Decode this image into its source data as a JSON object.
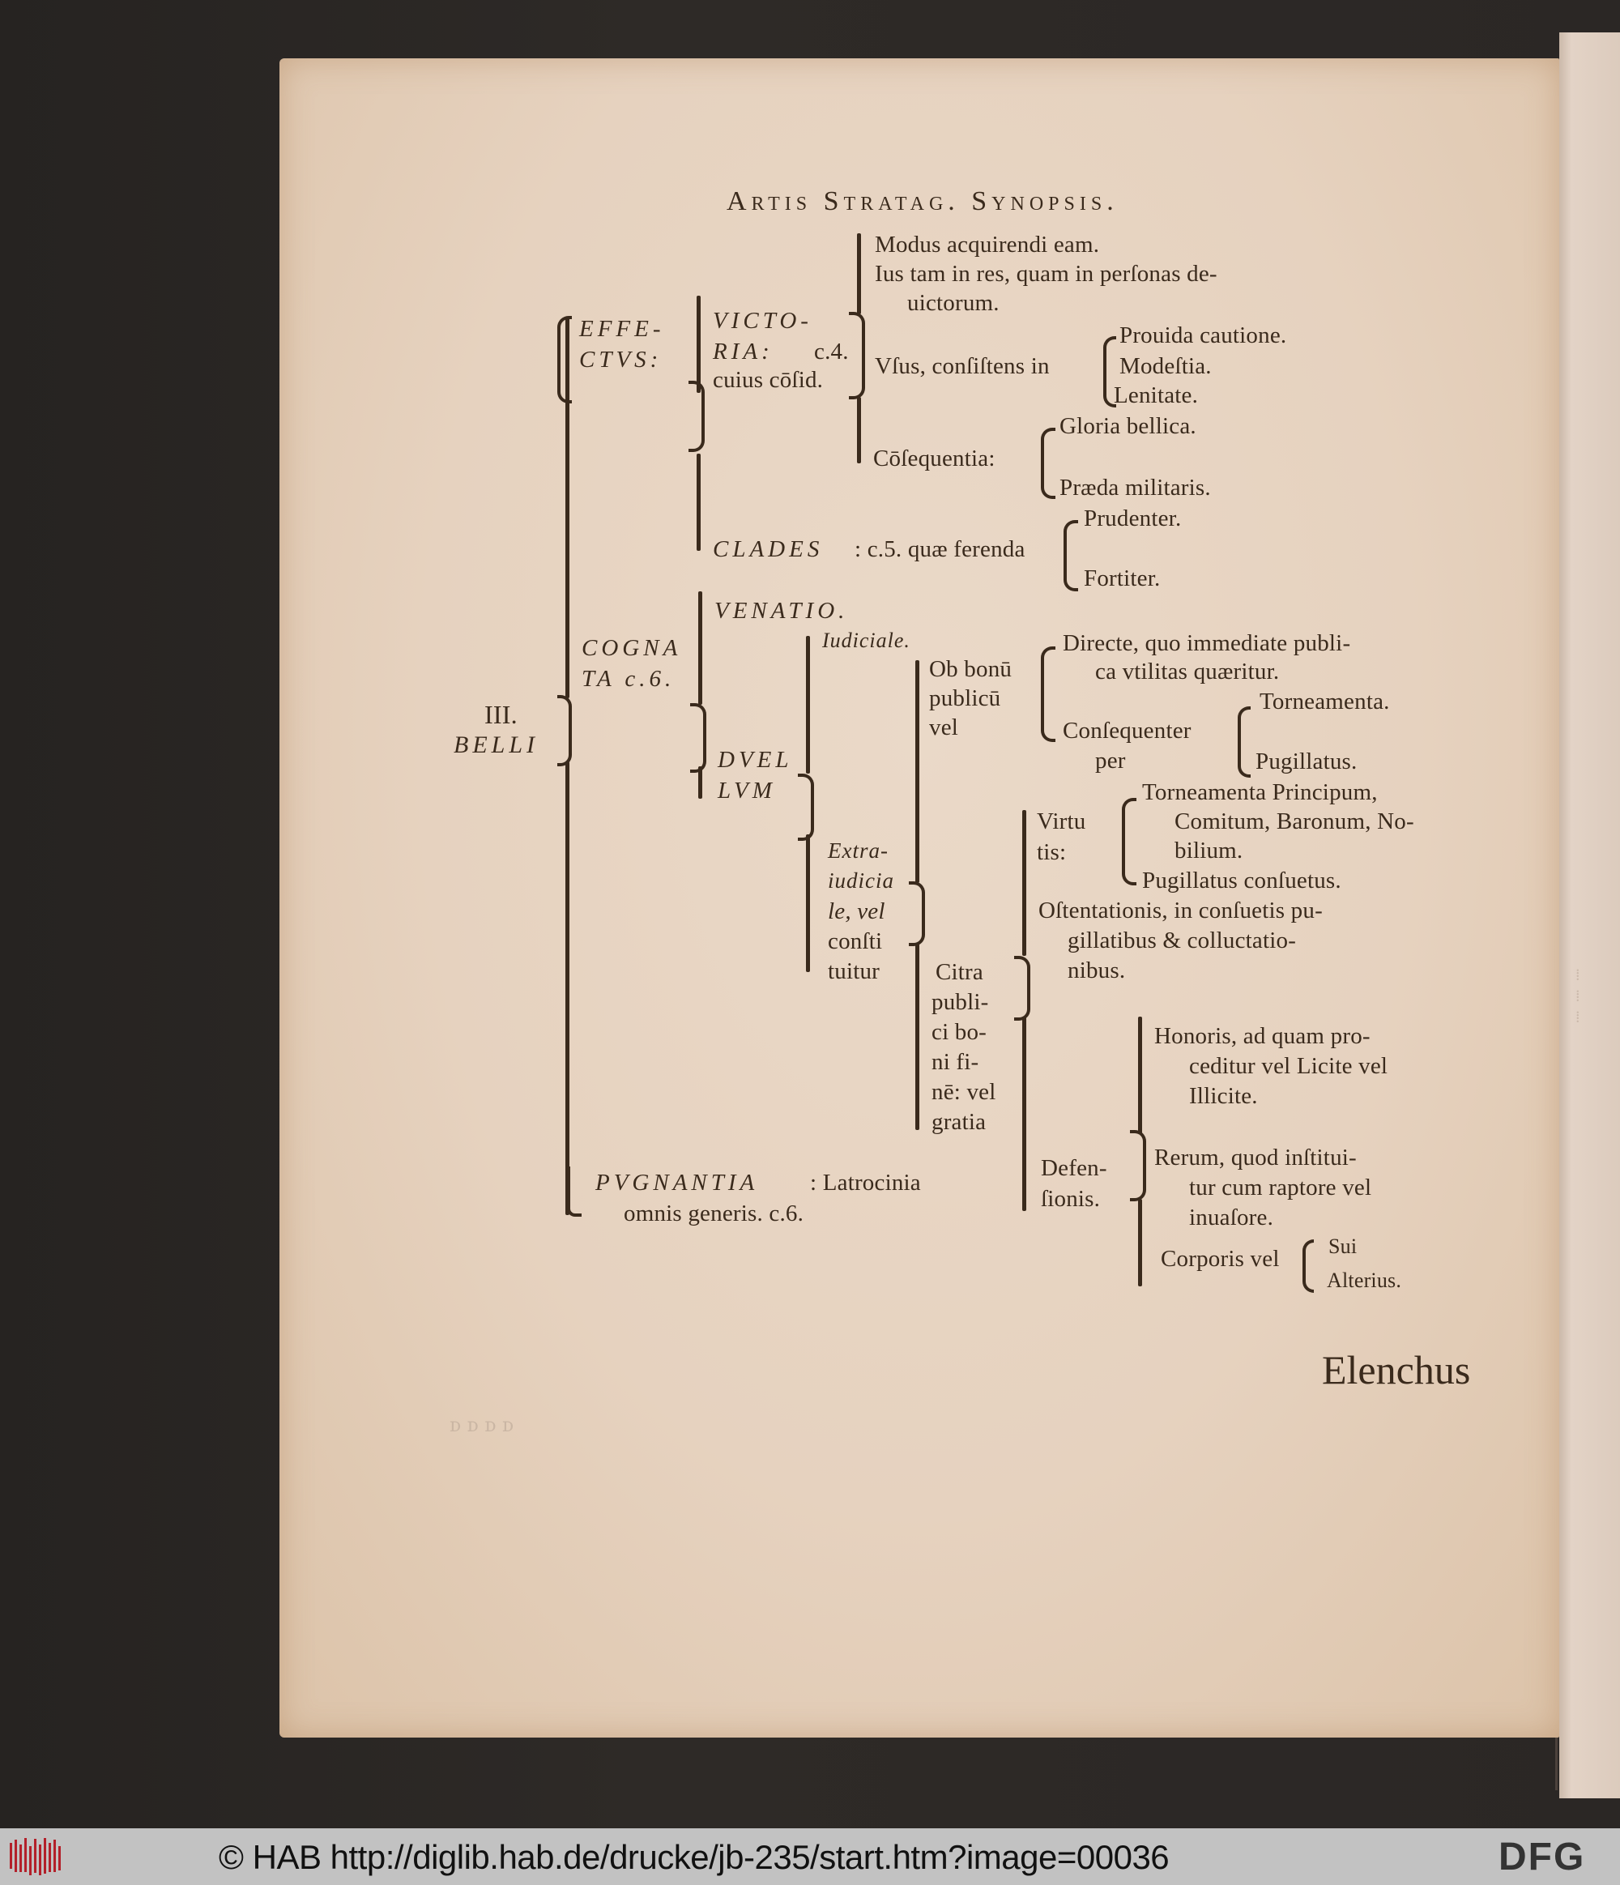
{
  "header": {
    "running_title": "Artis Stratag. Synopsis."
  },
  "tree": {
    "root": {
      "line1": "III.",
      "line2": "BELLI"
    },
    "effectus": {
      "label_line1": "EFFE-",
      "label_line2": "CTVS:",
      "victoria": {
        "label_line1": "VICTO-",
        "label_line2": "RIA:",
        "ref": "c.4.",
        "label_line3": "cuius cōſid.",
        "items": {
          "modus": "Modus acquirendi eam.",
          "ius_line1": "Ius tam in res, quam in perſonas de-",
          "ius_line2": "uictorum.",
          "vsus": "Vſus, conſiſtens in",
          "vsus_items": [
            "Prouida cautione.",
            "Modeſtia.",
            "Lenitate."
          ],
          "consequentia": "Cōſequentia:",
          "consequentia_items": [
            "Gloria bellica.",
            "Præda militaris."
          ]
        }
      },
      "clades": {
        "label": "CLADES",
        "text": ": c.5. quæ ferenda",
        "items": [
          "Prudenter.",
          "Fortiter."
        ]
      }
    },
    "cognata": {
      "label_line1": "COGNA",
      "label_line2": "TA c.6.",
      "venatio": "VENATIO.",
      "duellum": {
        "label_line1": "DVEL",
        "label_line2": "LVM",
        "iudiciale": "Iudiciale.",
        "extraiudiciale": [
          "Extra-",
          "iudicia",
          "le, vel",
          "conſti",
          "tuitur"
        ],
        "ob_bonum": {
          "label": [
            "Ob bonū",
            "publicū",
            "vel"
          ],
          "directe_line1": "Directe, quo immediate publi-",
          "directe_line2": "ca vtilitas quæritur.",
          "consequenter_line1": "Conſequenter",
          "consequenter_line2": "per",
          "consequenter_items": [
            "Torneamenta.",
            "Pugillatus."
          ]
        },
        "citra": {
          "label": [
            "Citra",
            "publi-",
            "ci bo-",
            "ni fi-",
            "nē: vel",
            "gratia"
          ],
          "virtutis": {
            "label": [
              "Virtu",
              "tis:"
            ],
            "items_line1": "Torneamenta Principum,",
            "items_line2": "Comitum, Baronum, No-",
            "items_line3": "bilium.",
            "items_line4": "Pugillatus conſuetus."
          },
          "ostentationis": [
            "Oſtentationis, in conſuetis pu-",
            "gillatibus & colluctatio-",
            "nibus."
          ],
          "defensionis": {
            "label": [
              "Defen-",
              "ſionis."
            ],
            "honoris": [
              "Honoris, ad quam pro-",
              "ceditur vel Licite vel",
              "Illicite."
            ],
            "rerum": [
              "Rerum, quod inſtitui-",
              "tur cum raptore vel",
              "inuaſore."
            ],
            "corporis": "Corporis vel",
            "corporis_items": [
              "Sui",
              "Alterius."
            ]
          }
        }
      }
    },
    "pugnantia": {
      "label": "PVGNANTIA",
      "text_line1": ": Latrocinia",
      "text_line2": "omnis generis. c.6."
    }
  },
  "catchword": "Elenchus",
  "footer": {
    "text": "© HAB http://diglib.hab.de/drucke/jb-235/start.htm?image=00036",
    "left_logo": "hab-logo-icon",
    "right_logo": "DFG"
  },
  "colors": {
    "ink": "#3a2a1c",
    "paper": "#e6d2bf",
    "backdrop": "#2a2624",
    "footer_bar": "#c2c2c2",
    "hab_red": "#b3202a"
  }
}
